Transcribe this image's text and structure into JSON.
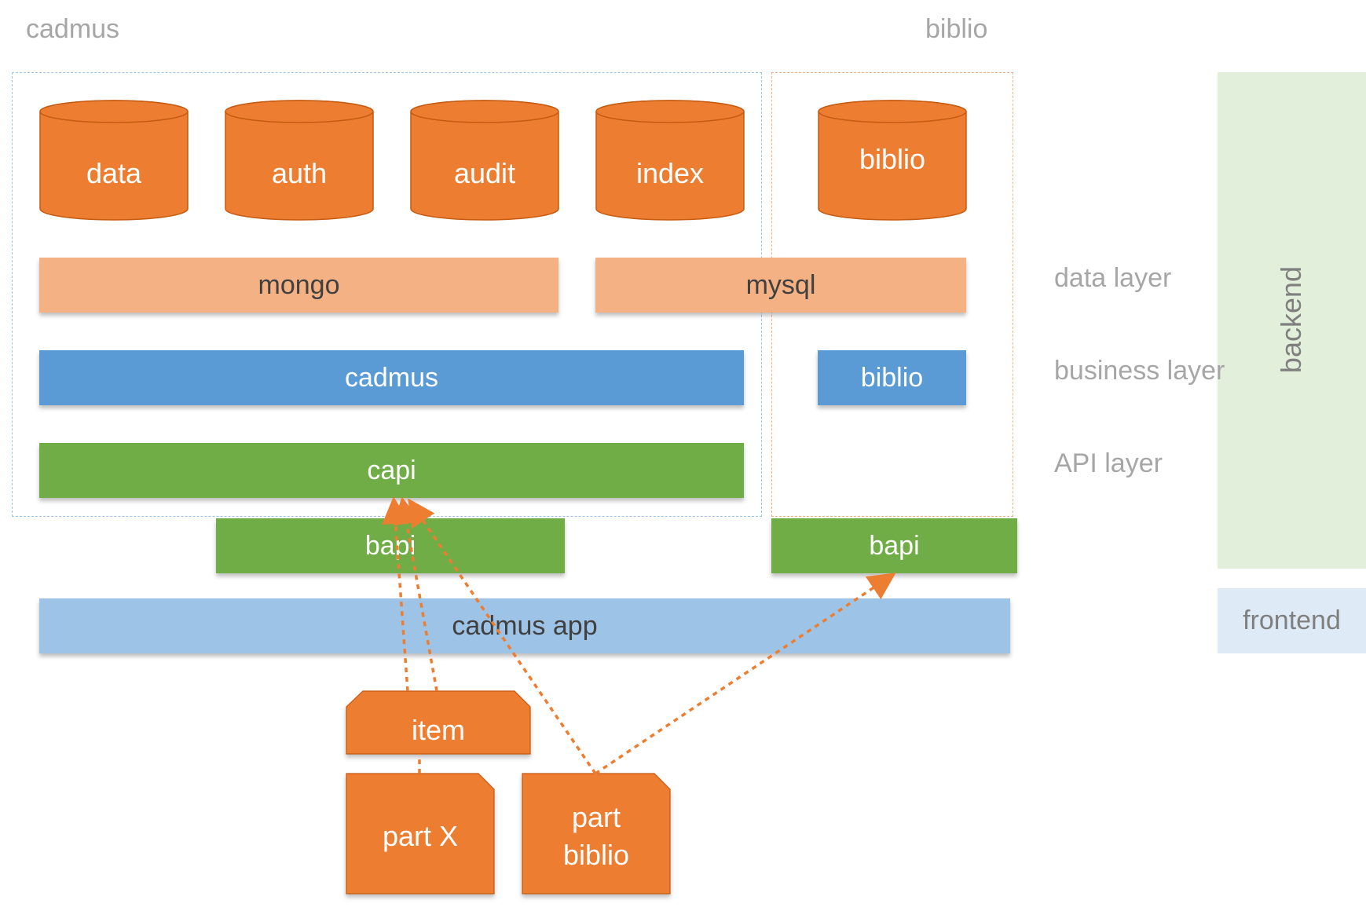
{
  "groups": {
    "cadmus_title": "cadmus",
    "biblio_title": "biblio"
  },
  "databases": {
    "data": "data",
    "auth": "auth",
    "audit": "audit",
    "index": "index",
    "biblio": "biblio"
  },
  "engines": {
    "mongo": "mongo",
    "mysql": "mysql"
  },
  "business": {
    "cadmus": "cadmus",
    "biblio": "biblio"
  },
  "api": {
    "capi": "capi",
    "bapi_cadmus": "bapi",
    "bapi_biblio": "bapi"
  },
  "frontend_app": "cadmus app",
  "components": {
    "item": "item",
    "part_x": "part X",
    "part_biblio_line1": "part",
    "part_biblio_line2": "biblio"
  },
  "layers": {
    "data": "data layer",
    "business": "business layer",
    "api": "API layer"
  },
  "sides": {
    "backend": "backend",
    "frontend": "frontend"
  },
  "colors": {
    "storage": "#ed7d31",
    "engine": "#f4b183",
    "business": "#5b9bd5",
    "api": "#70ad47",
    "app": "#9dc3e6",
    "backend_band": "#e2efda",
    "frontend_band": "#deebf7"
  }
}
